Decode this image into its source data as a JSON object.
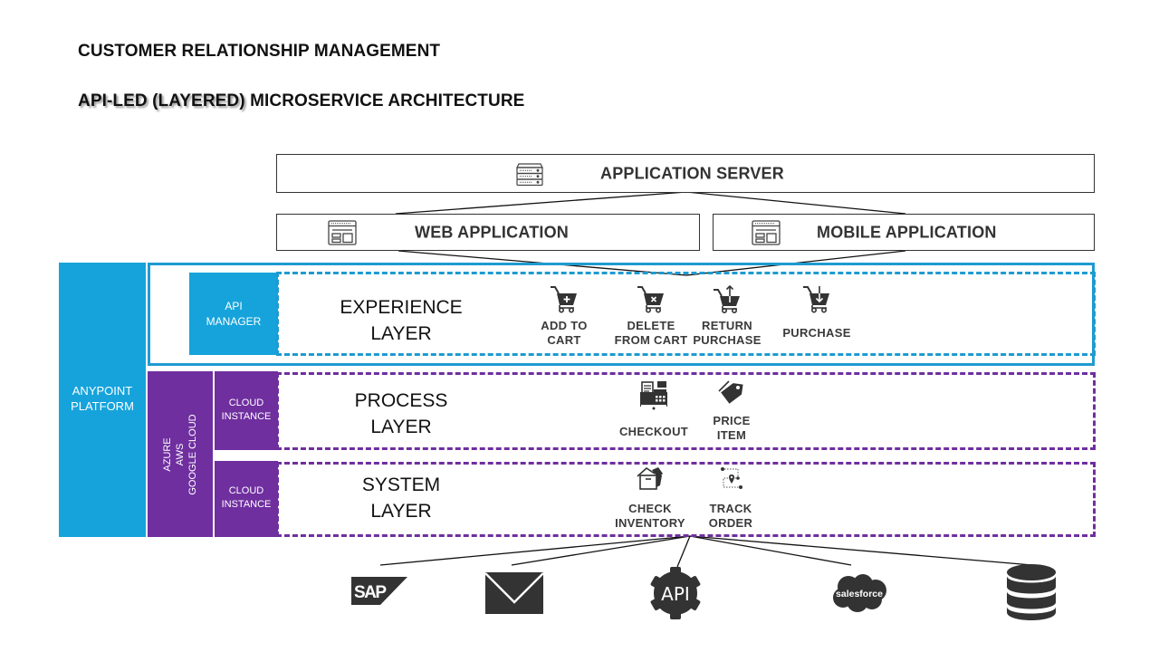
{
  "titles": {
    "line1": "CUSTOMER RELATIONSHIP MANAGEMENT",
    "line2_highlight": "API-LED (LAYERED)",
    "line2_rest": " MICROSERVICE ARCHITECTURE"
  },
  "colors": {
    "anypoint_blue": "#16a3db",
    "cloud_purple": "#6f2f9f",
    "icon_dark": "#333333"
  },
  "top": {
    "app_server": {
      "label": "APPLICATION SERVER",
      "icon": "server-rack-icon"
    },
    "web_app": {
      "label": "WEB APPLICATION",
      "icon": "web-page-icon"
    },
    "mobile_app": {
      "label": "MOBILE APPLICATION",
      "icon": "web-page-icon"
    }
  },
  "platform": {
    "anypoint": {
      "line1": "ANYPOINT",
      "line2": "PLATFORM"
    },
    "api_manager": {
      "line1": "API",
      "line2": "MANAGER"
    },
    "clouds": [
      "AZURE",
      "AWS",
      "GOOGLE CLOUD"
    ],
    "cloud_instance": {
      "line1": "CLOUD",
      "line2": "INSTANCE"
    }
  },
  "layers": [
    {
      "title_line1": "EXPERIENCE",
      "title_line2": "LAYER",
      "services": [
        {
          "line1": "ADD TO",
          "line2": "CART",
          "icon": "cart-add-icon"
        },
        {
          "line1": "DELETE",
          "line2": "FROM CART",
          "icon": "cart-delete-icon"
        },
        {
          "line1": "RETURN",
          "line2": "PURCHASE",
          "icon": "cart-return-icon"
        },
        {
          "line1": "PURCHASE",
          "line2": "",
          "icon": "cart-purchase-icon"
        }
      ]
    },
    {
      "title_line1": "PROCESS",
      "title_line2": "LAYER",
      "services": [
        {
          "line1": "CHECKOUT",
          "line2": "",
          "icon": "cash-register-icon"
        },
        {
          "line1": "PRICE",
          "line2": "ITEM",
          "icon": "price-tag-icon"
        }
      ]
    },
    {
      "title_line1": "SYSTEM",
      "title_line2": "LAYER",
      "services": [
        {
          "line1": "CHECK",
          "line2": "INVENTORY",
          "icon": "inventory-box-icon"
        },
        {
          "line1": "TRACK",
          "line2": "ORDER",
          "icon": "track-route-icon"
        }
      ]
    }
  ],
  "backends": [
    {
      "name": "SAP",
      "icon": "sap-logo-icon"
    },
    {
      "name": "Email",
      "icon": "envelope-icon"
    },
    {
      "name": "API",
      "icon": "api-gear-icon"
    },
    {
      "name": "salesforce",
      "icon": "salesforce-cloud-icon"
    },
    {
      "name": "Database",
      "icon": "database-icon"
    }
  ]
}
